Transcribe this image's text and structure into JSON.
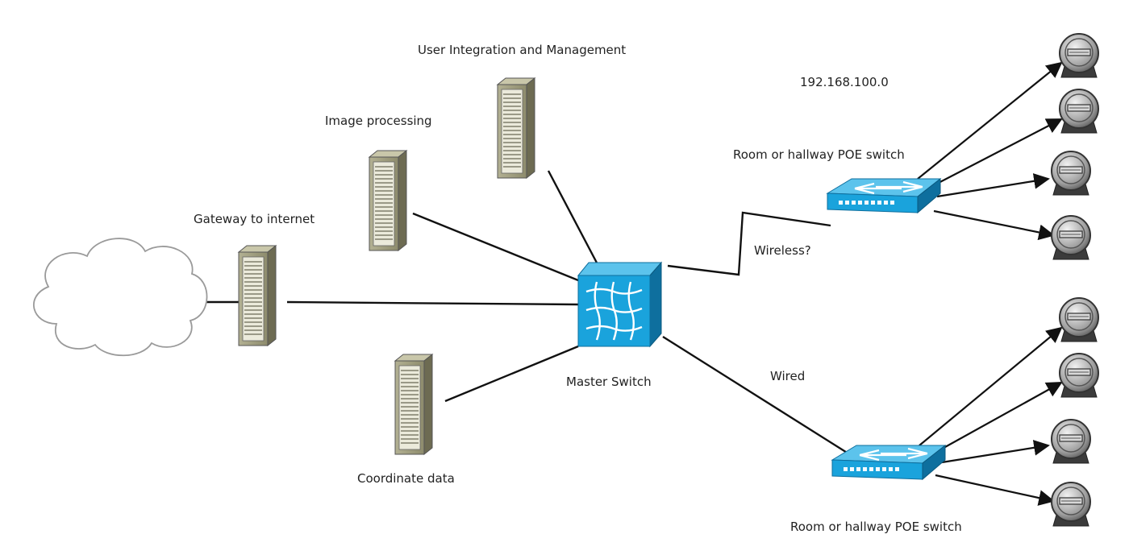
{
  "nodes": {
    "cloud": {
      "label": ""
    },
    "gateway": {
      "label": "Gateway to internet",
      "icon": "server-icon"
    },
    "image_processing": {
      "label": "Image processing",
      "icon": "server-icon"
    },
    "user_integration": {
      "label": "User Integration and Management",
      "icon": "server-icon"
    },
    "coordinate_data": {
      "label": "Coordinate data",
      "icon": "server-icon"
    },
    "master_switch": {
      "label": "Master Switch",
      "icon": "multilayer-switch-icon"
    },
    "poe_switch_top": {
      "label": "Room or hallway POE switch",
      "icon": "workgroup-switch-icon"
    },
    "poe_switch_bottom": {
      "label": "Room or hallway POE switch",
      "icon": "workgroup-switch-icon"
    },
    "cameras": {
      "count": 8,
      "icon": "ip-camera-icon"
    }
  },
  "links": {
    "wireless": "Wireless?",
    "wired": "Wired"
  },
  "subnet": "192.168.100.0",
  "colors": {
    "server_body": "#9c9a7c",
    "server_dark": "#6d6b52",
    "switch_blue": "#1aa3dc",
    "switch_dark": "#0e6f9e",
    "cloud_stroke": "#9a9a9a",
    "line": "#111111",
    "camera_dark": "#3b3b3b"
  }
}
